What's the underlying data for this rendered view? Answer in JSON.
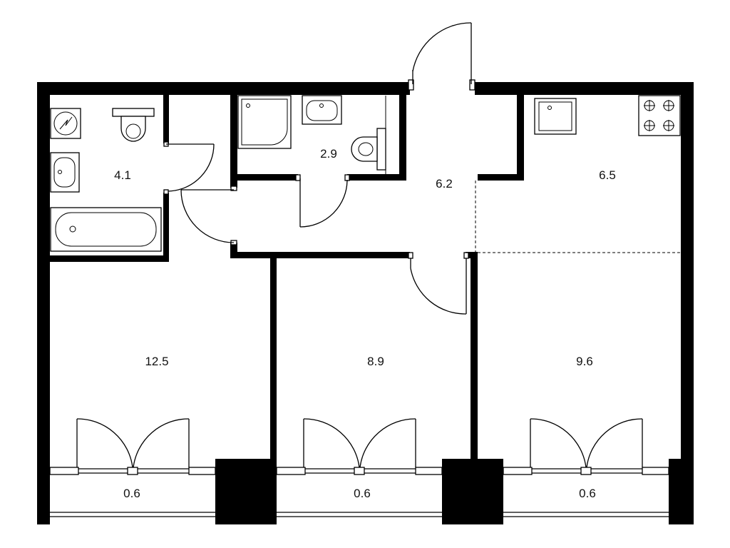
{
  "plan": {
    "rooms": [
      {
        "id": "bathroom",
        "area": "4.1"
      },
      {
        "id": "toilet-shower",
        "area": "2.9"
      },
      {
        "id": "hallway",
        "area": "6.2"
      },
      {
        "id": "kitchen",
        "area": "6.5"
      },
      {
        "id": "bedroom-left",
        "area": "12.5"
      },
      {
        "id": "bedroom-middle",
        "area": "8.9"
      },
      {
        "id": "living-room",
        "area": "9.6"
      },
      {
        "id": "balcony-left",
        "area": "0.6"
      },
      {
        "id": "balcony-middle",
        "area": "0.6"
      },
      {
        "id": "balcony-right",
        "area": "0.6"
      }
    ],
    "colors": {
      "wall": "#000000",
      "background": "#ffffff",
      "text": "#111111"
    }
  }
}
